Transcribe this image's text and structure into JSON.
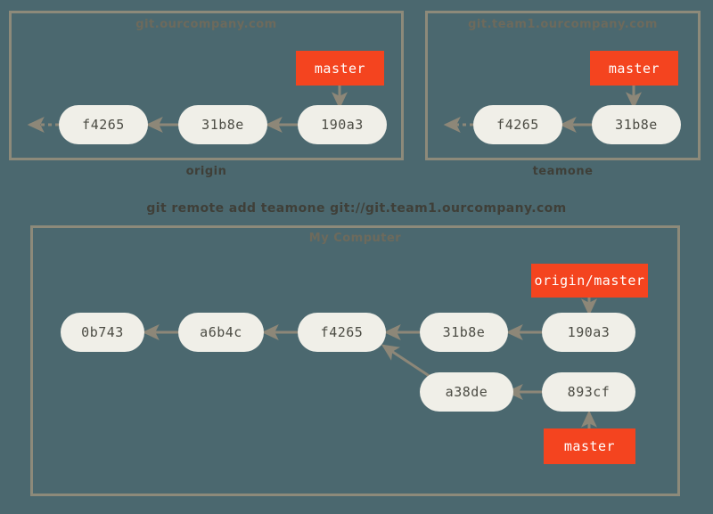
{
  "diagram": {
    "title": "git remote add teamone",
    "background_color": "#4b686f",
    "node_color": "#f0efe8",
    "ref_color": "#f4441f",
    "border_color": "#8d8a7a",
    "arrow_color": "#8d8778"
  },
  "command": "git remote add teamone git://git.team1.ourcompany.com",
  "repos": [
    {
      "id": "origin",
      "host": "git.ourcompany.com",
      "name": "origin",
      "commits": [
        {
          "sha": "f4265"
        },
        {
          "sha": "31b8e"
        },
        {
          "sha": "190a3"
        }
      ],
      "refs": [
        {
          "label": "master",
          "points_to": "190a3"
        }
      ],
      "has_history_ellipsis": true
    },
    {
      "id": "teamone",
      "host": "git.team1.ourcompany.com",
      "name": "teamone",
      "commits": [
        {
          "sha": "f4265"
        },
        {
          "sha": "31b8e"
        }
      ],
      "refs": [
        {
          "label": "master",
          "points_to": "31b8e"
        }
      ],
      "has_history_ellipsis": true
    },
    {
      "id": "local",
      "host": "My Computer",
      "name": "",
      "commits": [
        {
          "sha": "0b743"
        },
        {
          "sha": "a6b4c"
        },
        {
          "sha": "f4265"
        },
        {
          "sha": "31b8e"
        },
        {
          "sha": "190a3"
        },
        {
          "sha": "a38de"
        },
        {
          "sha": "893cf"
        }
      ],
      "refs": [
        {
          "label": "origin/master",
          "points_to": "190a3"
        },
        {
          "label": "master",
          "points_to": "893cf"
        }
      ],
      "has_history_ellipsis": false
    }
  ]
}
